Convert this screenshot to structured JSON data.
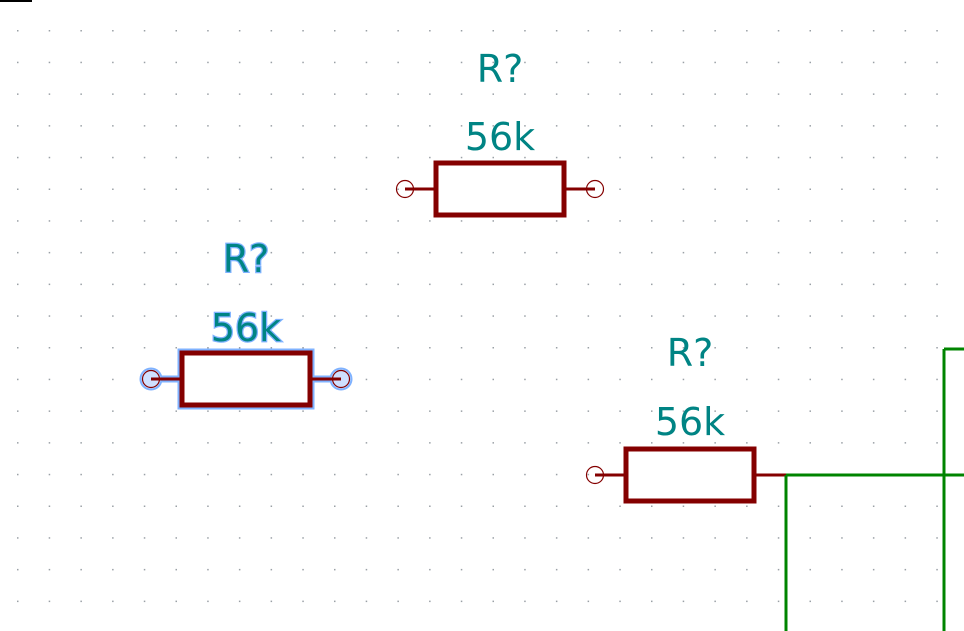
{
  "schematic": {
    "components": [
      {
        "id": "resistor-1",
        "reference": "R?",
        "value": "56k",
        "selected": false
      },
      {
        "id": "resistor-2",
        "reference": "R?",
        "value": "56k",
        "selected": true
      },
      {
        "id": "resistor-3",
        "reference": "R?",
        "value": "56k",
        "selected": false
      }
    ],
    "colors": {
      "background": "#ffffff",
      "component_body": "#840000",
      "label_text": "#008484",
      "wire": "#008400",
      "selection_highlight": "#7fb2ff",
      "grid_dot": "#9aa0a6"
    }
  }
}
